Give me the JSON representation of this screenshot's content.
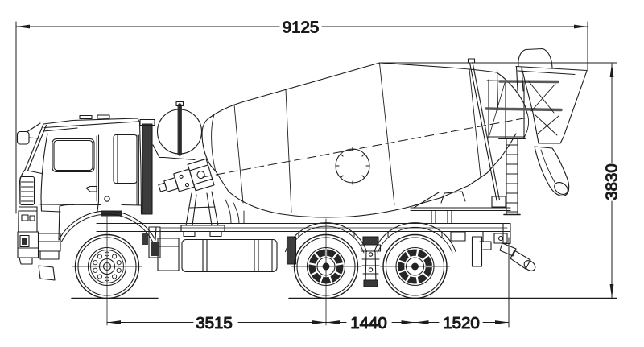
{
  "figure": {
    "type": "technical-drawing",
    "subject": "concrete mixer truck side view",
    "background": "#ffffff",
    "line_color": "#1c1c1c"
  },
  "dimensions": {
    "overall_length": "9125",
    "overall_height": "3830",
    "front_axle_to_rear_bogie": "3515",
    "rear_tandem_spacing": "1440",
    "rear_axle_to_rear_point": "1520"
  }
}
